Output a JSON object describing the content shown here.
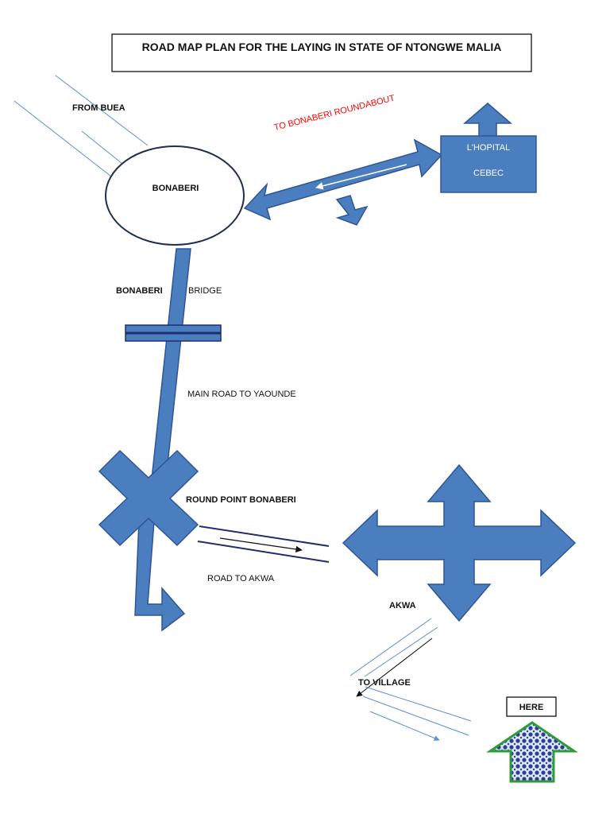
{
  "title": "ROAD MAP PLAN FOR THE LAYING IN STATE OF NTONGWE MALIA",
  "labels": {
    "from_buea": "FROM BUEA",
    "bonaberi": "BONABERI",
    "to_bonaberi_roundabout": "TO BONABERI ROUNDABOUT",
    "hospital_line1": "L'HOPITAL",
    "hospital_line2": "CEBEC",
    "bridge_left": "BONABERI",
    "bridge_right": "BRIDGE",
    "main_road": "MAIN ROAD TO YAOUNDE",
    "round_point": "ROUND POINT BONABERI",
    "road_to_akwa": "ROAD TO AKWA",
    "akwa": "AKWA",
    "to_village": "TO VILLAGE",
    "here": "HERE"
  },
  "colors": {
    "road_fill": "#4a7ebf",
    "road_stroke": "#2f5597",
    "line_blue": "#5b8fd6",
    "dark_navy": "#1f2d6e",
    "red_text": "#ff0000",
    "here_arrow_border": "#2e9a3a"
  },
  "icons": {
    "hospital": "hospital-building-icon",
    "bridge": "bridge-icon",
    "roundabout": "roundabout-x-icon",
    "akwa": "four-way-arrow-icon",
    "here": "here-up-arrow-icon"
  }
}
